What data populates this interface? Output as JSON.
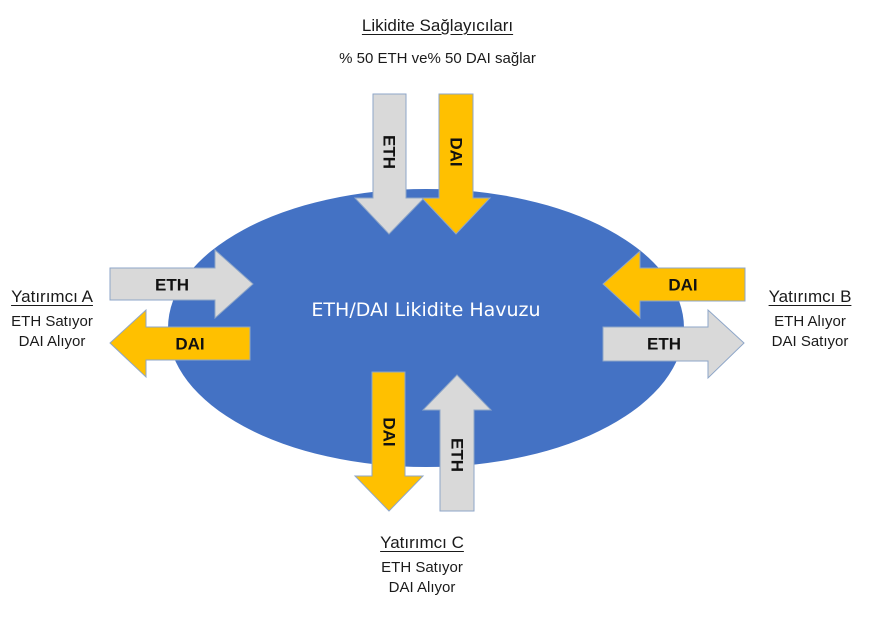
{
  "colors": {
    "pool": "#4472C4",
    "eth_arrow": "#D9D9D9",
    "dai_arrow": "#FFC000",
    "arrow_stroke": "#8EA6C8",
    "text": "#1A1A1A",
    "pool_text": "#FFFFFF"
  },
  "pool": {
    "label": "ETH/DAI Likidite Havuzu"
  },
  "liquidity_providers": {
    "title": "Likidite Sağlayıcıları",
    "description": "% 50 ETH ve% 50 DAI sağlar",
    "arrows": [
      "ETH",
      "DAI"
    ]
  },
  "investor_a": {
    "title": "Yatırımcı A",
    "line1": "ETH Satıyor",
    "line2": "DAI Alıyor",
    "arrows": [
      "ETH",
      "DAI"
    ]
  },
  "investor_b": {
    "title": "Yatırımcı B",
    "line1": "ETH Alıyor",
    "line2": "DAI Satıyor",
    "arrows": [
      "DAI",
      "ETH"
    ]
  },
  "investor_c": {
    "title": "Yatırımcı C",
    "line1": "ETH Satıyor",
    "line2": "DAI Alıyor",
    "arrows": [
      "DAI",
      "ETH"
    ]
  }
}
